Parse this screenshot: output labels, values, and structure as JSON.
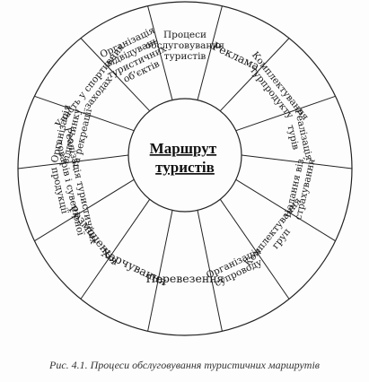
{
  "diagram": {
    "center": {
      "lines": [
        "Маршрут",
        "туристів"
      ]
    },
    "segments": [
      {
        "id": "processes",
        "lines": [
          "Процеси",
          "обслуговування",
          "туристів"
        ]
      },
      {
        "id": "advertising",
        "lines": [
          "Реклама"
        ]
      },
      {
        "id": "product-assembly",
        "lines": [
          "Комплектування",
          "турпродукту"
        ]
      },
      {
        "id": "tour-sales",
        "lines": [
          "Реалізація",
          "турів"
        ]
      },
      {
        "id": "visas",
        "lines": [
          "Надання віз,",
          "страхування"
        ]
      },
      {
        "id": "groups",
        "lines": [
          "Комплектування",
          "груп"
        ]
      },
      {
        "id": "escort",
        "lines": [
          "Організація",
          "супроводу"
        ]
      },
      {
        "id": "transport",
        "lines": [
          "Перевезення"
        ]
      },
      {
        "id": "meals",
        "lines": [
          "Харчування"
        ]
      },
      {
        "id": "accommodation",
        "lines": [
          "Розміщення"
        ]
      },
      {
        "id": "souvenirs",
        "lines": [
          "Реалізація туристичних",
          "товарів і сувенірної",
          "продукції"
        ]
      },
      {
        "id": "recreation",
        "lines": [
          "Організація",
          "відпочинку",
          "та рекреації"
        ]
      },
      {
        "id": "sports",
        "lines": [
          "Участь у спортивних",
          "заходах"
        ]
      },
      {
        "id": "sightseeing",
        "lines": [
          "Організація",
          "відвідувань",
          "туристичних",
          "об'єктів"
        ]
      }
    ]
  },
  "caption": "Рис. 4.1. Процеси обслуговування туристичних маршрутів"
}
